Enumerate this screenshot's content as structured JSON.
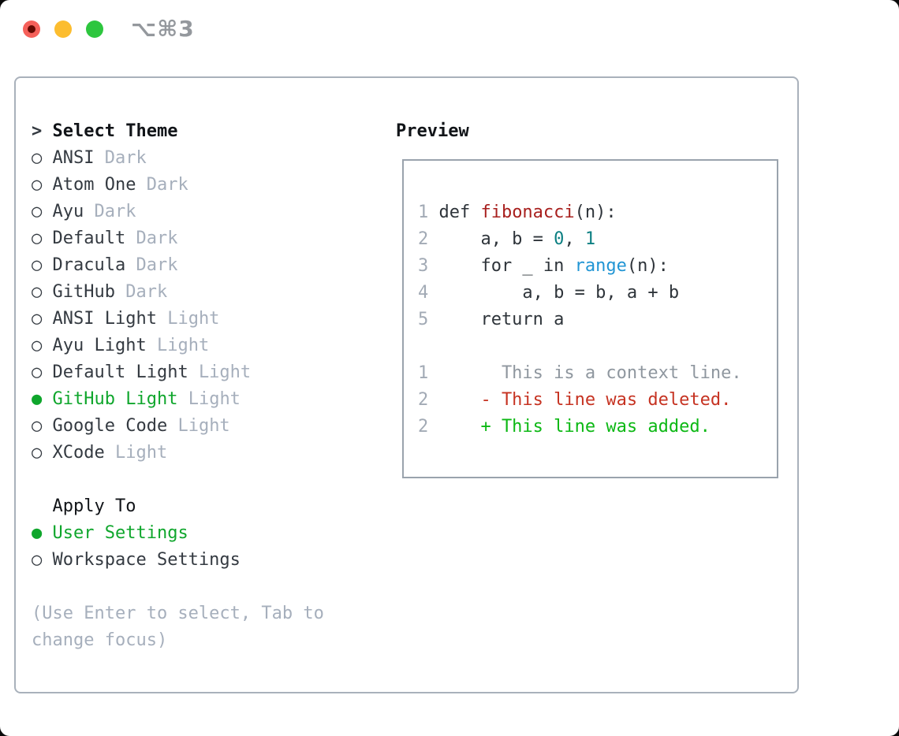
{
  "window": {
    "title": "⌥⌘3"
  },
  "titlebar": {
    "buttons": [
      {
        "name": "close",
        "color": "#f5605a"
      },
      {
        "name": "minimize",
        "color": "#fcbd2f"
      },
      {
        "name": "zoom",
        "color": "#2dc63e"
      }
    ]
  },
  "theme_panel": {
    "header_marker": ">",
    "header_label": "Select Theme",
    "themes": [
      {
        "name": "ANSI",
        "tag": "Dark",
        "selected": false
      },
      {
        "name": "Atom One",
        "tag": "Dark",
        "selected": false
      },
      {
        "name": "Ayu",
        "tag": "Dark",
        "selected": false
      },
      {
        "name": "Default",
        "tag": "Dark",
        "selected": false
      },
      {
        "name": "Dracula",
        "tag": "Dark",
        "selected": false
      },
      {
        "name": "GitHub",
        "tag": "Dark",
        "selected": false
      },
      {
        "name": "ANSI Light",
        "tag": "Light",
        "selected": false
      },
      {
        "name": "Ayu Light",
        "tag": "Light",
        "selected": false
      },
      {
        "name": "Default Light",
        "tag": "Light",
        "selected": false
      },
      {
        "name": "GitHub Light",
        "tag": "Light",
        "selected": true
      },
      {
        "name": "Google Code",
        "tag": "Light",
        "selected": false
      },
      {
        "name": "XCode",
        "tag": "Light",
        "selected": false
      }
    ],
    "apply_to": {
      "label": "Apply To",
      "options": [
        {
          "name": "User Settings",
          "selected": true
        },
        {
          "name": "Workspace Settings",
          "selected": false
        }
      ]
    },
    "hint_lines": [
      "(Use Enter to select, Tab to",
      "change focus)"
    ],
    "markers": {
      "unselected": "○",
      "selected": "●"
    }
  },
  "preview": {
    "label": "Preview",
    "lines": [
      {
        "num": "1",
        "segments": [
          {
            "text": "def ",
            "style": "c-text"
          },
          {
            "text": "fibonacci",
            "style": "c-func"
          },
          {
            "text": "(n):",
            "style": "c-text"
          }
        ]
      },
      {
        "num": "2",
        "segments": [
          {
            "text": "    a, b = ",
            "style": "c-text"
          },
          {
            "text": "0",
            "style": "c-lit"
          },
          {
            "text": ", ",
            "style": "c-text"
          },
          {
            "text": "1",
            "style": "c-lit"
          }
        ]
      },
      {
        "num": "3",
        "segments": [
          {
            "text": "    for _ in ",
            "style": "c-text"
          },
          {
            "text": "range",
            "style": "c-call"
          },
          {
            "text": "(n):",
            "style": "c-text"
          }
        ]
      },
      {
        "num": "4",
        "segments": [
          {
            "text": "        a, b = b, a + b",
            "style": "c-text"
          }
        ]
      },
      {
        "num": "5",
        "segments": [
          {
            "text": "    return a",
            "style": "c-text"
          }
        ]
      },
      {
        "num": "",
        "segments": []
      },
      {
        "num": "1",
        "segments": [
          {
            "text": "      This is a context line.",
            "style": "c-ctx"
          }
        ]
      },
      {
        "num": "2",
        "segments": [
          {
            "text": "    - This line was deleted.",
            "style": "c-del"
          }
        ]
      },
      {
        "num": "2",
        "segments": [
          {
            "text": "    + This line was added.",
            "style": "c-add"
          }
        ]
      }
    ]
  },
  "colors": {
    "selection_green": "#0fa62c",
    "added_green": "#0cb814",
    "deleted_red": "#c63322",
    "function_red": "#a8201e",
    "literal_teal": "#0c7f82",
    "builtin_blue": "#2195d4",
    "dim_gray": "#a6afbc",
    "line_number_gray": "#a2aab5",
    "text_dark": "#2e343a",
    "panel_border": "#a9b1bb",
    "preview_border": "#9aa3ad"
  }
}
